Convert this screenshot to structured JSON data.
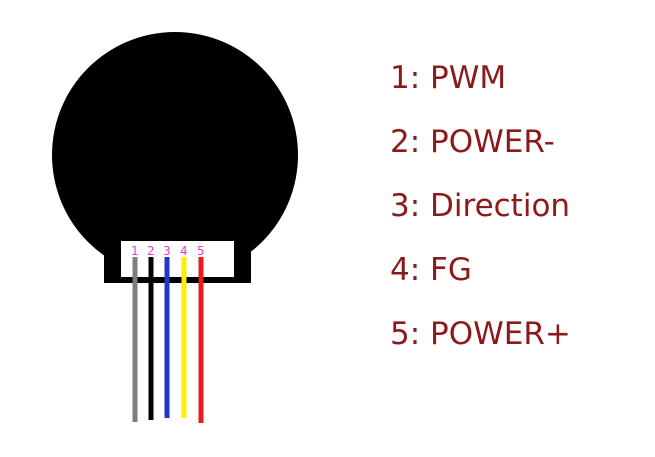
{
  "pins": [
    {
      "number": "1",
      "label": "1: PWM",
      "wire_color": "#7f7f7f"
    },
    {
      "number": "2",
      "label": "2: POWER-",
      "wire_color": "#000000"
    },
    {
      "number": "3",
      "label": "3: Direction",
      "wire_color": "#2438c8"
    },
    {
      "number": "4",
      "label": "4: FG",
      "wire_color": "#ffee00"
    },
    {
      "number": "5",
      "label": "5: POWER+",
      "wire_color": "#e81c1c"
    }
  ],
  "colors": {
    "body": "#000000",
    "connector": "#ffffff",
    "pin_number": "#e040c0",
    "label_text": "#8b1a1a"
  }
}
